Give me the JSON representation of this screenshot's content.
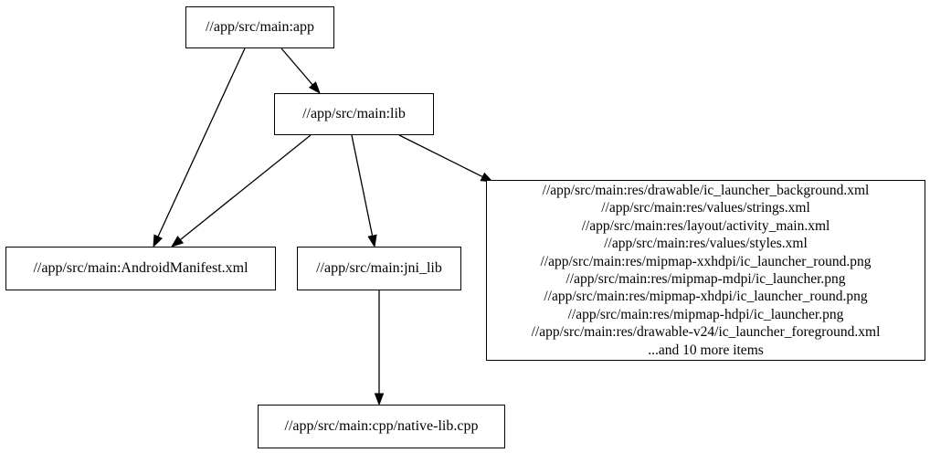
{
  "graph": {
    "type": "dependency-graph",
    "background_color": "#ffffff",
    "node_fill_color": "#ffffff",
    "node_border_color": "#000000",
    "edge_color": "#000000",
    "text_color": "#000000",
    "nodes": {
      "app": {
        "label": "//app/src/main:app"
      },
      "lib": {
        "label": "//app/src/main:lib"
      },
      "manifest": {
        "label": "//app/src/main:AndroidManifest.xml"
      },
      "jni_lib": {
        "label": "//app/src/main:jni_lib"
      },
      "res_group": {
        "lines": [
          "//app/src/main:res/drawable/ic_launcher_background.xml",
          "//app/src/main:res/values/strings.xml",
          "//app/src/main:res/layout/activity_main.xml",
          "//app/src/main:res/values/styles.xml",
          "//app/src/main:res/mipmap-xxhdpi/ic_launcher_round.png",
          "//app/src/main:res/mipmap-mdpi/ic_launcher.png",
          "//app/src/main:res/mipmap-xhdpi/ic_launcher_round.png",
          "//app/src/main:res/mipmap-hdpi/ic_launcher.png",
          "//app/src/main:res/drawable-v24/ic_launcher_foreground.xml",
          "...and 10 more items"
        ]
      },
      "native_lib": {
        "label": "//app/src/main:cpp/native-lib.cpp"
      }
    },
    "edges": [
      {
        "from": "app",
        "to": "lib"
      },
      {
        "from": "app",
        "to": "manifest"
      },
      {
        "from": "lib",
        "to": "manifest"
      },
      {
        "from": "lib",
        "to": "jni_lib"
      },
      {
        "from": "lib",
        "to": "res_group"
      },
      {
        "from": "jni_lib",
        "to": "native_lib"
      }
    ]
  }
}
